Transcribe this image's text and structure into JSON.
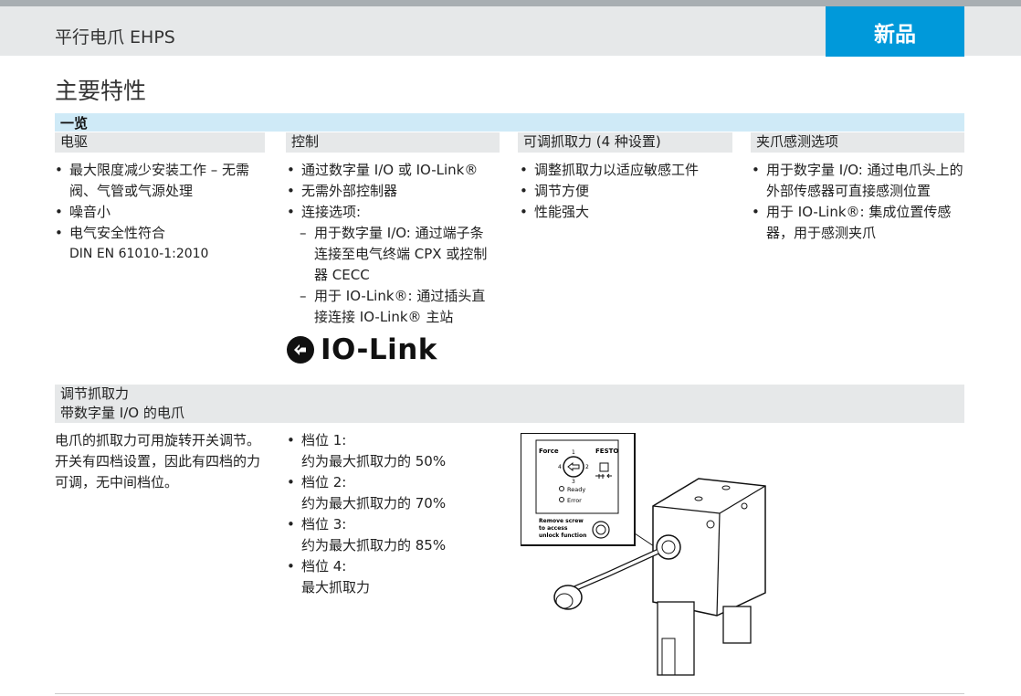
{
  "header": {
    "title": "平行电爪 EHPS",
    "badge": "新品"
  },
  "section_title": "主要特性",
  "overview": {
    "label": "一览"
  },
  "columns": [
    {
      "head": "电驱",
      "items": [
        "最大限度减少安装工作 – 无需阀、气管或气源处理",
        "噪音小",
        "电气安全性符合"
      ],
      "extra": "DIN EN 61010-1:2010"
    },
    {
      "head": "控制",
      "items": [
        "通过数字量 I/O 或 IO-Link®",
        "无需外部控制器",
        "连接选项:"
      ],
      "subitems": [
        "用于数字量 I/O: 通过端子条连接至电气终端 CPX 或控制器 CECC",
        "用于 IO-Link®: 通过插头直接连接 IO-Link® 主站"
      ]
    },
    {
      "head": "可调抓取力 (4 种设置)",
      "items": [
        "调整抓取力以适应敏感工件",
        "调节方便",
        "性能强大"
      ]
    },
    {
      "head": "夹爪感测选项",
      "items": [
        "用于数字量 I/O: 通过电爪头上的外部传感器可直接感测位置",
        "用于 IO-Link®: 集成位置传感器，用于感测夹爪"
      ]
    }
  ],
  "iolink_logo": {
    "text": "IO-Link"
  },
  "section2": {
    "title_line1": "调节抓取力",
    "title_line2": "带数字量 I/O 的电爪",
    "text": "电爪的抓取力可用旋转开关调节。开关有四档设置，因此有四档的力可调，无中间档位。",
    "levels": [
      {
        "name": "档位 1:",
        "desc": "约为最大抓取力的 50%"
      },
      {
        "name": "档位 2:",
        "desc": "约为最大抓取力的 70%"
      },
      {
        "name": "档位 3:",
        "desc": "约为最大抓取力的 85%"
      },
      {
        "name": "档位 4:",
        "desc": "最大抓取力"
      }
    ]
  },
  "illustration": {
    "force_label": "Force",
    "brand": "FESTO",
    "dial_numbers": [
      "1",
      "2",
      "3",
      "4"
    ],
    "ready_label": "Ready",
    "error_label": "Error",
    "remove_line1": "Remove screw",
    "remove_line2": "to access",
    "remove_line3": "unlock function"
  }
}
